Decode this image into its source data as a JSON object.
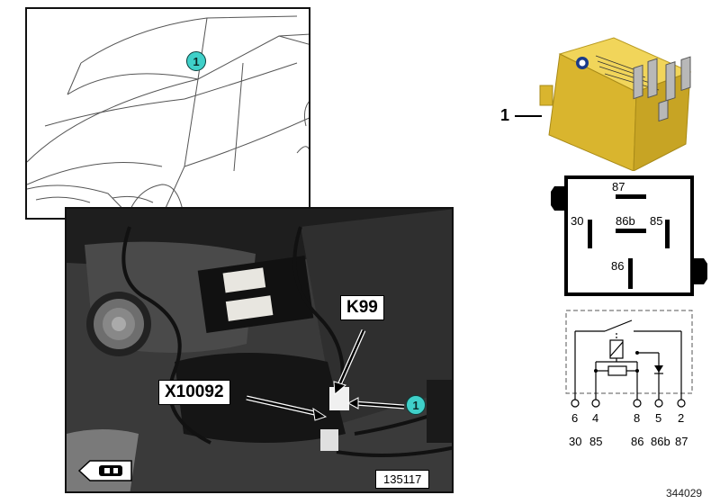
{
  "car_panel": {
    "callout": "1"
  },
  "photo_panel": {
    "label_k99": "K99",
    "label_x10092": "X10092",
    "callout": "1",
    "photo_number": "135117"
  },
  "relay": {
    "part_number": "1",
    "pin_layout": {
      "p87": "87",
      "p30": "30",
      "p86b": "86b",
      "p85": "85",
      "p86": "86"
    },
    "schematic_pins": [
      "6",
      "4",
      "8",
      "5",
      "2"
    ],
    "schematic_terminals": [
      "30",
      "85",
      "86",
      "86b",
      "87"
    ],
    "relay_color": "#e9c93a"
  },
  "doc_number": "344029"
}
